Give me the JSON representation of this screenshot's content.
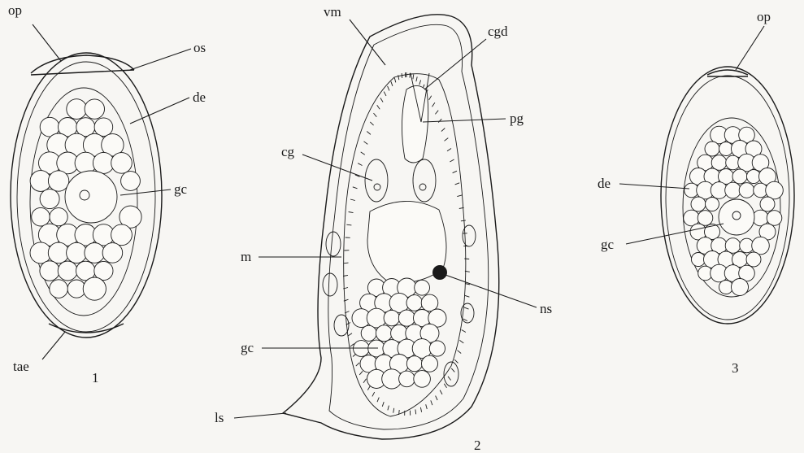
{
  "figures": [
    {
      "number": "1"
    },
    {
      "number": "2"
    },
    {
      "number": "3"
    }
  ],
  "labels": {
    "fig1": {
      "op": "op",
      "os": "os",
      "de": "de",
      "gc": "gc",
      "tae": "tae"
    },
    "fig2": {
      "vm": "vm",
      "cgd": "cgd",
      "pg": "pg",
      "cg": "cg",
      "m": "m",
      "ns": "ns",
      "gc": "gc",
      "ls": "ls"
    },
    "fig3": {
      "op": "op",
      "de": "de",
      "gc": "gc"
    }
  }
}
